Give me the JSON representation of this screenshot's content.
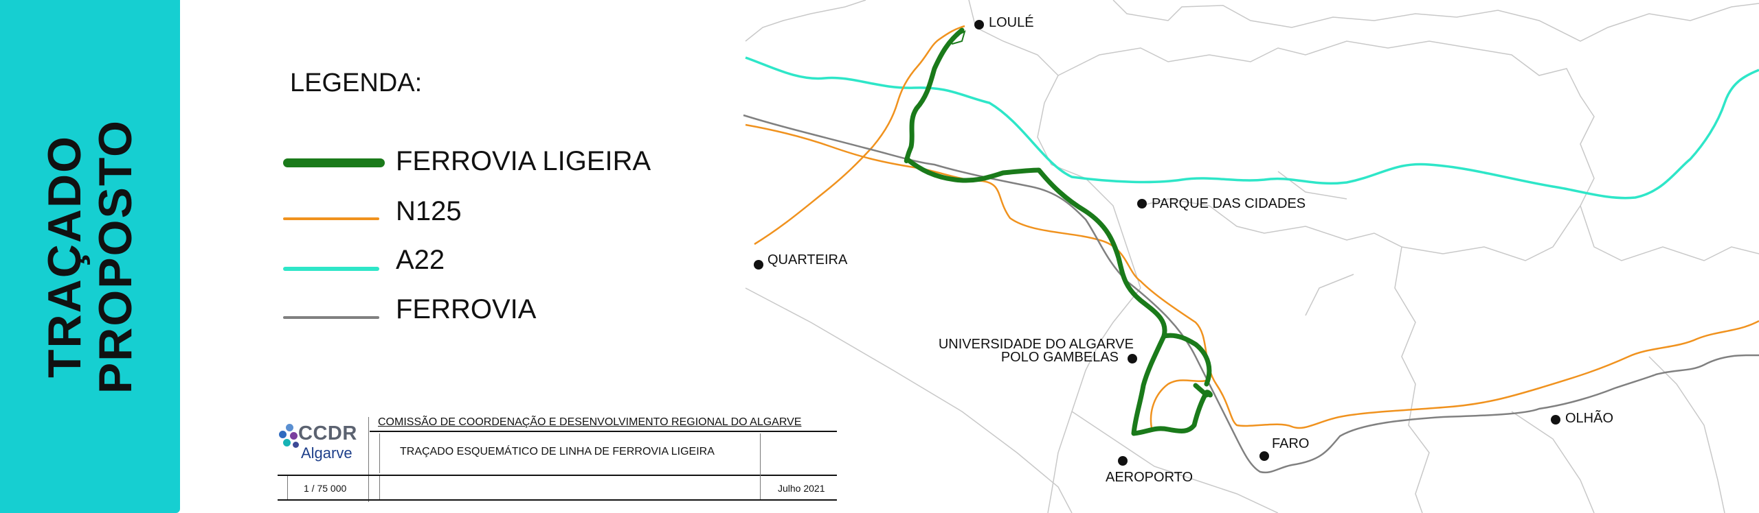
{
  "side_title": {
    "line1": "TRAÇADO",
    "line2": "PROPOSTO"
  },
  "legend": {
    "title": "LEGENDA:",
    "items": [
      {
        "label": "FERROVIA LIGEIRA",
        "color": "#1a7a1a"
      },
      {
        "label": "N125",
        "color": "#f0921e"
      },
      {
        "label": "A22",
        "color": "#2ee6c8"
      },
      {
        "label": "FERROVIA",
        "color": "#808080"
      }
    ]
  },
  "map": {
    "places": [
      {
        "name": "LOULÉ"
      },
      {
        "name": "PARQUE DAS CIDADES"
      },
      {
        "name": "QUARTEIRA"
      },
      {
        "name": "UNIVERSIDADE DO  ALGARVE"
      },
      {
        "name": "POLO GAMBELAS"
      },
      {
        "name": "FARO"
      },
      {
        "name": "AEROPORTO"
      },
      {
        "name": "OLHÃO"
      }
    ]
  },
  "title_block": {
    "logo_ccdr": "CCDR",
    "logo_algarve": "Algarve",
    "organization": "COMISSÃO DE COORDENAÇÃO E DESENVOLVIMENTO REGIONAL DO ALGARVE",
    "subject": "TRAÇADO ESQUEMÁTICO DE LINHA DE FERROVIA LIGEIRA",
    "scale": "1 / 75 000",
    "date": "Julho 2021"
  }
}
